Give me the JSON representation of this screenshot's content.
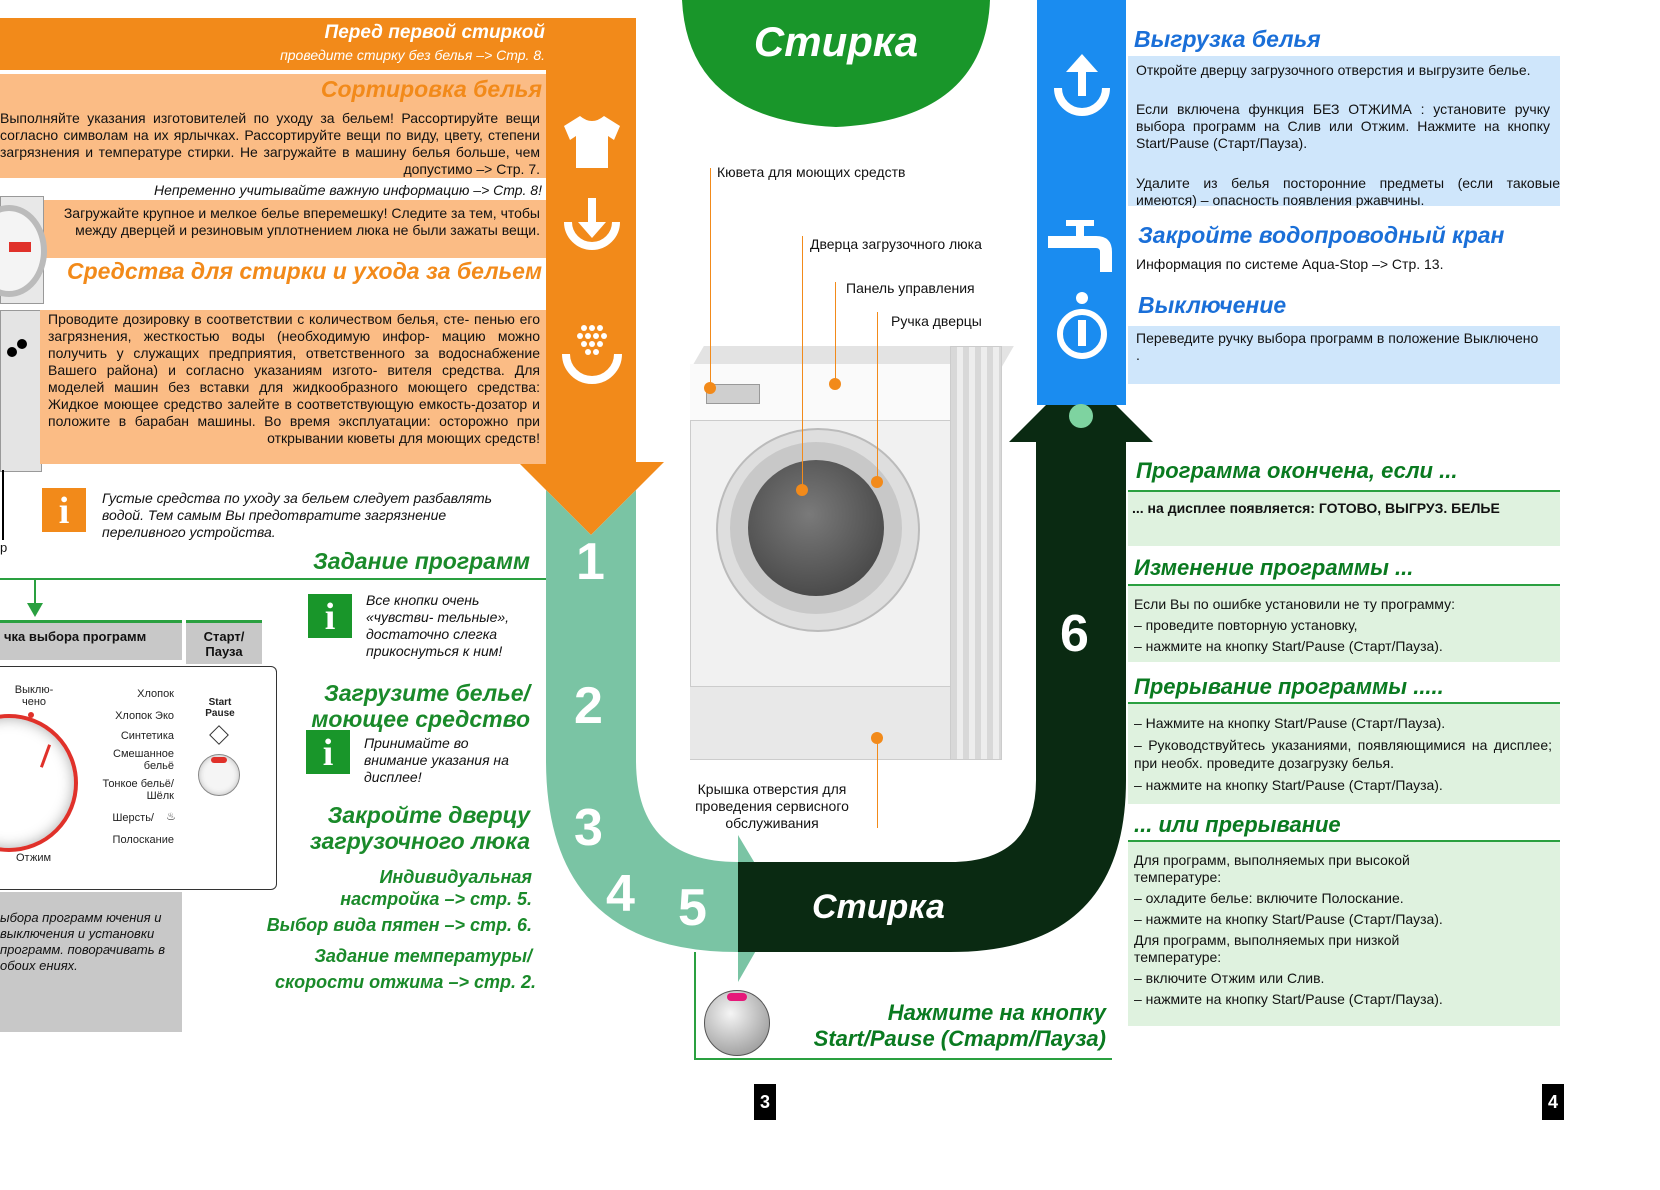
{
  "colors": {
    "orange": "#f28a1a",
    "green": "#19962a",
    "mint": "#7ac4a4",
    "darkgreen": "#0a2a12",
    "blue": "#1a8cf0"
  },
  "left": {
    "before_title": "Перед первой стиркой",
    "before_sub": "проведите стирку без белья –> Стр. 8.",
    "sorting_title": "Сортировка белья",
    "sorting_text": "Выполняйте указания изготовителей по уходу за бельем! Рассортируйте вещи согласно символам на их ярлычках. Рассортируйте вещи по виду, цвету, степени загрязнения и температуре стирки. Не загружайте в машину белья больше, чем допустимо –> Стр. 7.",
    "important_note": "Непременно учитывайте важную информацию –> Стр. 8!",
    "loading_text": "Загружайте крупное и мелкое белье вперемешку! Следите за тем, чтобы между дверцей и резиновым уплотнением люка не были зажаты вещи.",
    "detergent_title": "Средства для стирки и ухода за бельем",
    "detergent_text": "Проводите дозировку в соответствии с количеством белья, сте- пенью его загрязнения, жесткостью воды (необходимую инфор- мацию можно получить у служащих предприятия, ответственного за водоснабжение Вашего района) и согласно указаниям изгото- вителя средства. Для моделей машин без вставки для жидкообразного моющего средства: Жидкое моющее средство залейте в соответствующую емкость-дозатор и положите в барабан машины. Во время эксплуатации: осторожно при открывании кюветы для моющих средств!",
    "thick_note": "Густые средства по уходу за бельем следует разбавлять водой. Тем самым Вы предотвратите загрязнение переливного устройства.",
    "program_title": "Задание программ",
    "sensitive_note": "Все кнопки очень «чувстви- тельные», достаточно слегка прикоснуться к ним!",
    "load_title": "Загрузите белье/ моющее средство",
    "display_note": "Принимайте во внимание указания на дисплее!",
    "close_title": "Закройте дверцу загрузочного люка",
    "custom": "Индивидуальная настройка –> стр. 5.",
    "stain": "Выбор вида пятен –> стр. 6.",
    "temp1": "Задание температуры/",
    "temp2": "скорости отжима –> стр. 2.",
    "selector_header": "чка выбора программ",
    "startpause_header": "Старт/ Пауза",
    "panel_off": "Выклю- чено",
    "panel_spin": "Отжим",
    "panel_start": "Start Pause",
    "panel_programs": [
      "Хлопок",
      "Хлопок Эко",
      "Синтетика",
      "Смешанное бельё",
      "Тонкое бельё/ Шёлк",
      "Шерсть/",
      "Полоскание"
    ],
    "gray_note": "ыбора программ ючения и выключения и установки программ. поворачивать в обоих ениях.",
    "fragment_p": "р"
  },
  "center": {
    "top_title": "Стирка",
    "callout_dispenser": "Кювета для моющих средств",
    "callout_door": "Дверца загрузочного люка",
    "callout_panel": "Панель управления",
    "callout_handle": "Ручка дверцы",
    "callout_service": "Крышка отверстия для проведения сервисного обслуживания",
    "bottom_title": "Стирка",
    "press_start": "Нажмите на кнопку Start/Pause (Старт/Пауза)",
    "steps": [
      "1",
      "2",
      "3",
      "4",
      "5",
      "6"
    ],
    "page_left": "3",
    "page_right": "4"
  },
  "right": {
    "unload_title": "Выгрузка белья",
    "unload_1": "Откройте дверцу загрузочного отверстия и выгрузите белье.",
    "unload_2": "Если включена функция БЕЗ ОТЖИМА : установите ручку выбора программ на Слив или Отжим. Нажмите на кнопку Start/Pause (Старт/Пауза).",
    "unload_3": "Удалите из белья посторонние предметы (если таковые имеются) – опасность появления ржавчины.",
    "tap_title": "Закройте водопроводный кран",
    "tap_text": "Информация по системе Aqua-Stop –> Стр. 13.",
    "off_title": "Выключение",
    "off_text": "Переведите ручку выбора программ в положение Выключено .",
    "end_title": "Программа окончена, если ...",
    "end_text": "... на дисплее появляется: ГОТОВО, ВЫГРУЗ. БЕЛЬЕ",
    "change_title": "Изменение программы ...",
    "change_lines": [
      "Если Вы по ошибке установили не ту программу:",
      "– проведите повторную установку,",
      "– нажмите на кнопку Start/Pause (Старт/Пауза)."
    ],
    "interrupt_title": "Прерывание программы .....",
    "interrupt_lines": [
      "– Нажмите на кнопку Start/Pause (Старт/Пауза).",
      "– Руководствуйтесь указаниями, появляющимися на дисплее; при необх. проведите дозагрузку белья.",
      "– нажмите на кнопку Start/Pause (Старт/Пауза)."
    ],
    "or_title": "... или прерывание",
    "or_lines": [
      "Для программ, выполняемых при высокой температуре:",
      "– охладите белье: включите Полоскание.",
      "– нажмите на кнопку Start/Pause (Старт/Пауза).",
      "Для программ, выполняемых при низкой температуре:",
      "– включите Отжим или Слив.",
      "– нажмите на кнопку Start/Pause (Старт/Пауза)."
    ]
  }
}
